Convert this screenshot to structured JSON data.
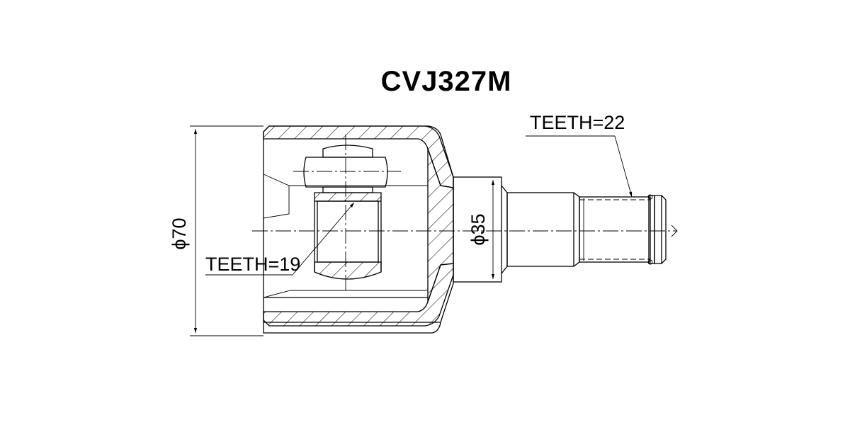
{
  "drawing": {
    "title": "CVJ327M",
    "part_type": "CV joint (inner) technical drawing",
    "annotations": {
      "teeth_inner": "TEETH=19",
      "teeth_outer": "TEETH=22",
      "dia_outer": "ϕ70",
      "dia_stem": "ϕ35"
    },
    "colors": {
      "background": "#ffffff",
      "line": "#000000"
    }
  }
}
